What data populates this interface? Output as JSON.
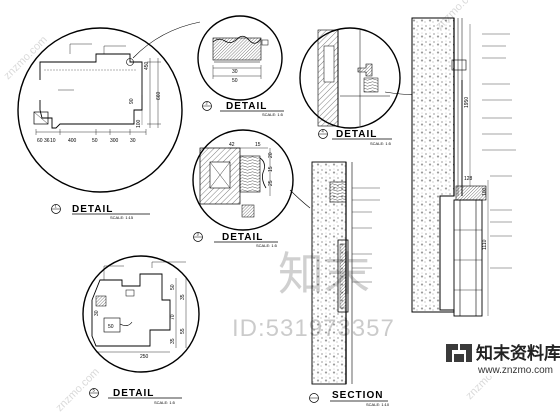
{
  "details": [
    {
      "title": "DETAIL",
      "scale": "SCALE: 1:15",
      "marker": "1"
    },
    {
      "title": "DETAIL",
      "scale": "SCALE: 1:5",
      "marker": "2"
    },
    {
      "title": "DETAIL",
      "scale": "SCALE: 1:5",
      "marker": "3"
    },
    {
      "title": "DETAIL",
      "scale": "SCALE: 1:5",
      "marker": "4"
    },
    {
      "title": "DETAIL",
      "scale": "SCALE: 1:5",
      "marker": "5"
    }
  ],
  "section": {
    "title": "SECTION",
    "scale": "SCALE: 1:10"
  },
  "dimensions": {
    "d1_bottom": [
      "60",
      "36",
      "10",
      "400",
      "50",
      "300",
      "30"
    ],
    "d1_side": [
      "450",
      "660"
    ],
    "d1_mid": [
      "100",
      "90"
    ],
    "d2": [
      "30",
      "50"
    ],
    "d3": [
      "42",
      "15",
      "20",
      "15",
      "25"
    ],
    "d5": [
      "50",
      "35",
      "70",
      "55",
      "35",
      "250",
      "50",
      "30"
    ],
    "sec": [
      "1950",
      "128",
      "100",
      "1110"
    ]
  },
  "watermark": {
    "big_text": "知末",
    "id_text": "ID:531973357",
    "logo_text": "知末资料库",
    "logo_url": "www.znzmo.com",
    "diag_text": "znzmo.com"
  }
}
